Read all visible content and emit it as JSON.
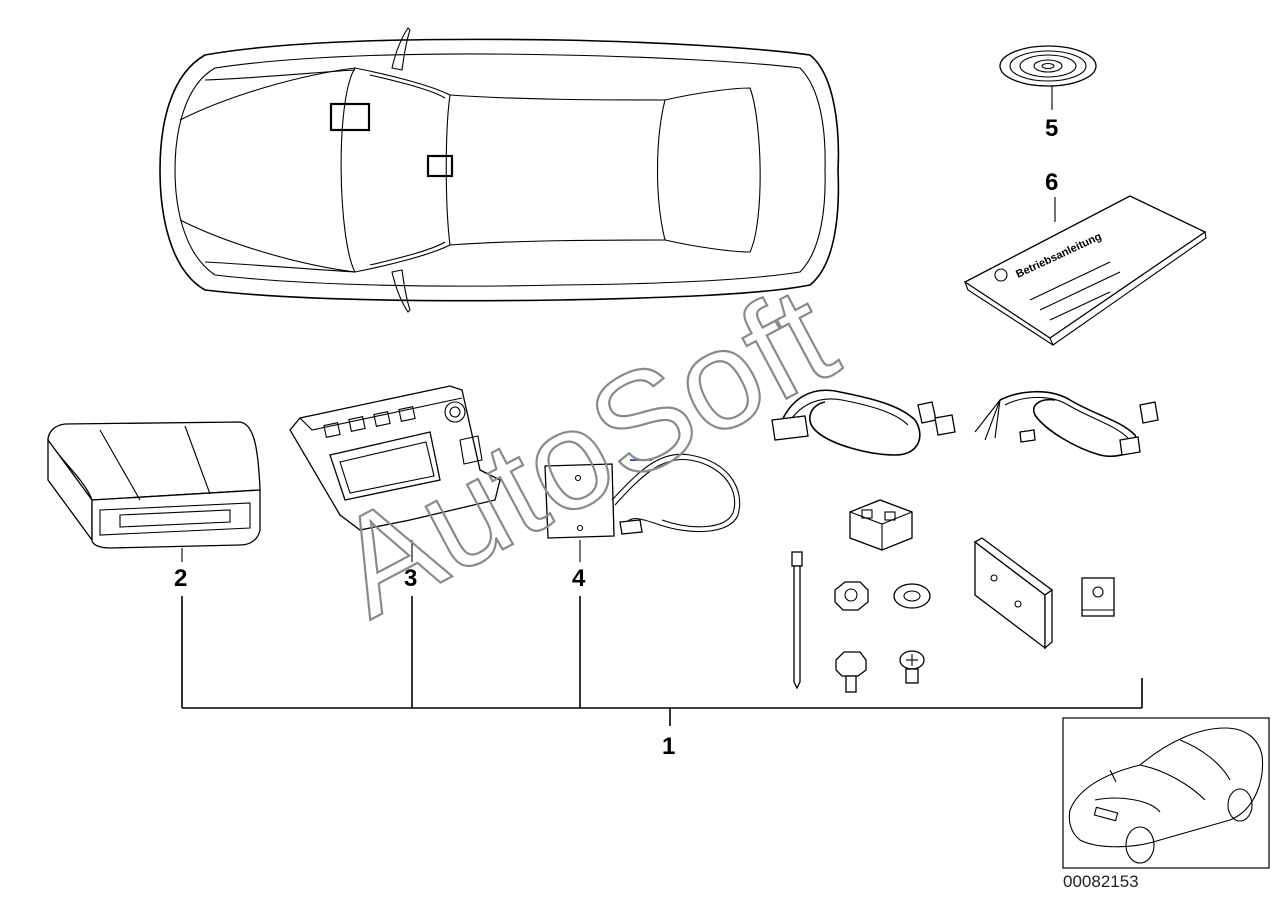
{
  "callouts": {
    "c1": "1",
    "c2": "2",
    "c3": "3",
    "c4": "4",
    "c5": "5",
    "c6": "6"
  },
  "booklet_title": "Betriebsanleitung",
  "watermark": "AutoSoft",
  "diagram_number": "00082153",
  "colors": {
    "line": "#000000",
    "background": "#ffffff",
    "watermark": "#8a8a8a",
    "accent_mark": "#3b5bdb"
  }
}
